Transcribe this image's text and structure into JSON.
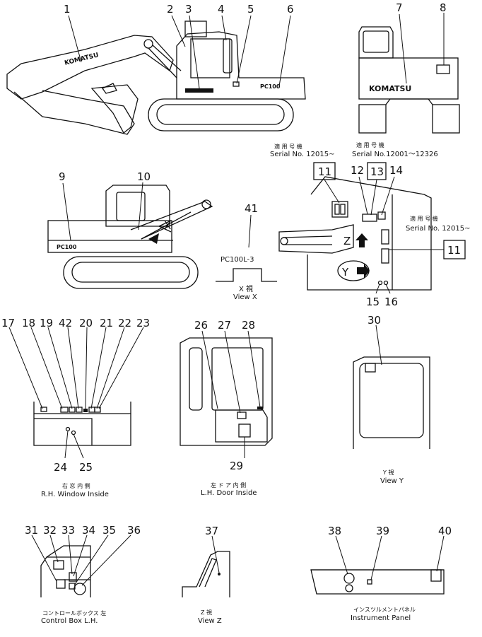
{
  "callouts": {
    "c1": "1",
    "c2": "2",
    "c3": "3",
    "c4": "4",
    "c5": "5",
    "c6": "6",
    "c7": "7",
    "c8": "8",
    "c9": "9",
    "c10": "10",
    "c11a": "11",
    "c11b": "11",
    "c12": "12",
    "c13": "13",
    "c14": "14",
    "c15": "15",
    "c16": "16",
    "c17": "17",
    "c18": "18",
    "c19": "19",
    "c20": "20",
    "c21": "21",
    "c22": "22",
    "c23": "23",
    "c24": "24",
    "c25": "25",
    "c26": "26",
    "c27": "27",
    "c28": "28",
    "c29": "29",
    "c30": "30",
    "c31": "31",
    "c32": "32",
    "c33": "33",
    "c34": "34",
    "c35": "35",
    "c36": "36",
    "c37": "37",
    "c38": "38",
    "c39": "39",
    "c40": "40",
    "c41": "41",
    "c42": "42"
  },
  "brand_text": "KOMATSU",
  "model_text": "PC100",
  "serial_notes": {
    "left_jp": "適 用 号 機",
    "left": "Serial No. 12015~",
    "mid_jp": "適 用 号 機",
    "mid": "Serial  No.12001～12326",
    "right_jp": "適 用 号 機",
    "right": "Serial No. 12015~"
  },
  "view_letters": {
    "x": "X",
    "y": "Y",
    "z": "Z"
  },
  "decal_41_text": "PC100L-3",
  "captions": {
    "view_x_jp": "X  視",
    "view_x": "View  X",
    "rh_window_jp": "右 窓 内 側",
    "rh_window": "R.H.  Window  Inside",
    "lh_door_jp": "左 ド ア 内 側",
    "lh_door": "L.H.  Door  Inside",
    "view_y_jp": "Y  視",
    "view_y": "View  Y",
    "control_box_jp": "コントロールボックス 左",
    "control_box": "Control  Box  L.H.",
    "view_z_jp": "Z  視",
    "view_z": "View  Z",
    "instrument_jp": "インスツルメントパネル",
    "instrument": "Instrument  Panel"
  }
}
